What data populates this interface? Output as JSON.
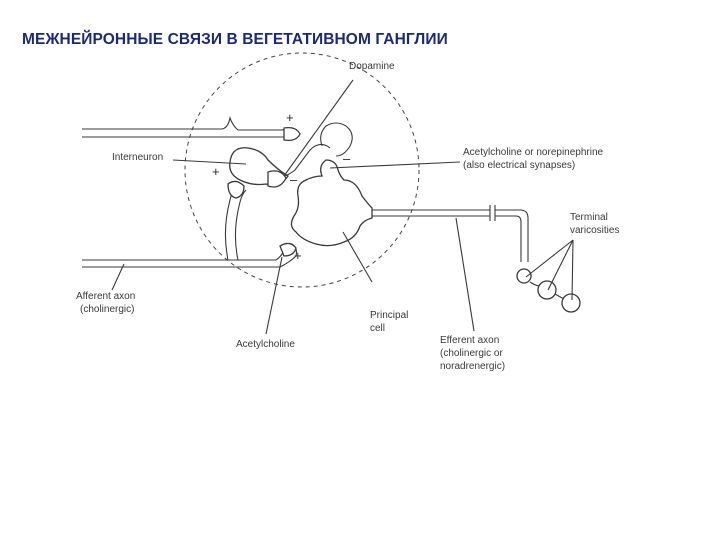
{
  "title": "МЕЖНЕЙРОННЫЕ СВЯЗИ В ВЕГЕТАТИВНОМ ГАНГЛИИ",
  "labels": {
    "dopamine": "Dopamine",
    "interneuron": "Interneuron",
    "ach_ne_line1": "Acetylcholine or norepinephrine",
    "ach_ne_line2": "(also electrical synapses)",
    "terminal_line1": "Terminal",
    "terminal_line2": "varicosities",
    "afferent_line1": "Afferent axon",
    "afferent_line2": "(cholinergic)",
    "acetylcholine": "Acetylcholine",
    "principal_line1": "Principal",
    "principal_line2": "cell",
    "efferent_line1": "Efferent axon",
    "efferent_line2": "(cholinergic or",
    "efferent_line3": "noradrenergic)"
  },
  "signs": {
    "plus": "+",
    "minus": "–"
  }
}
